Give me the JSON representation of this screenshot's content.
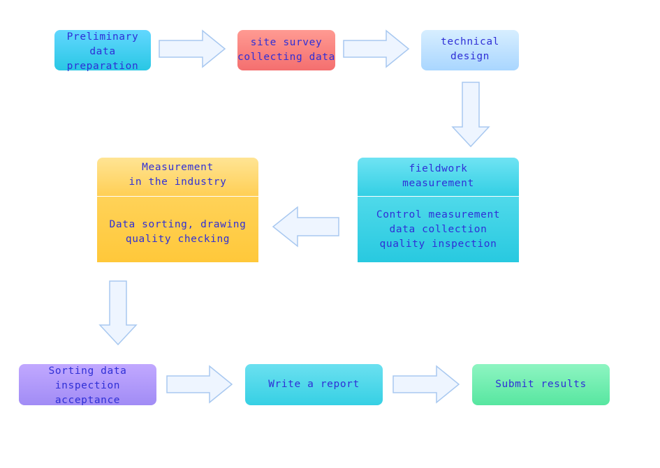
{
  "steps": {
    "preliminary": [
      "Preliminary",
      "data",
      "preparation"
    ],
    "site_survey": [
      "site survey",
      "collecting data"
    ],
    "technical_design": [
      "technical",
      "design"
    ],
    "fieldwork_title": [
      "fieldwork",
      "measurement"
    ],
    "fieldwork_detail": [
      "Control measurement",
      "data collection",
      "quality inspection"
    ],
    "industry_title": [
      "Measurement",
      "in the industry"
    ],
    "industry_detail": [
      "Data sorting, drawing",
      "quality checking"
    ],
    "sorting": [
      "Sorting data",
      "inspection",
      "acceptance"
    ],
    "report": [
      "Write a report"
    ],
    "submit": [
      "Submit results"
    ]
  },
  "colors": {
    "text": "#2f2fd6",
    "arrow_fill": "#eef5ff",
    "arrow_stroke": "#a8c8f0"
  }
}
